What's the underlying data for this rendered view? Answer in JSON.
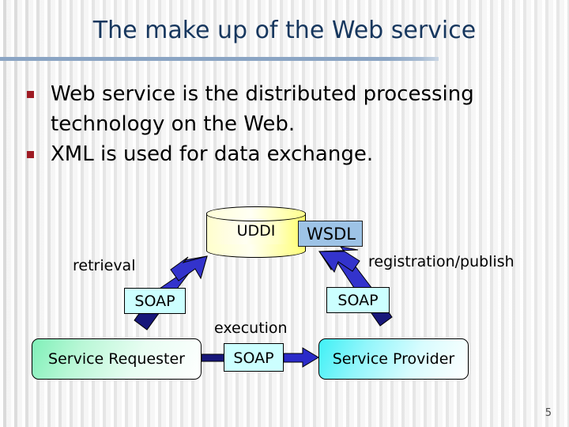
{
  "slide": {
    "title": "The make up of the Web service",
    "page_number": "5",
    "title_color": "#17375e",
    "rule_color": "#8ba5c4",
    "bullet_marker_color": "#9e1b24"
  },
  "bullets": [
    {
      "marker": "square-bullet",
      "text": "Web service is the distributed processing technology on the Web."
    },
    {
      "marker": "square-bullet",
      "text": "XML is used for data exchange."
    }
  ],
  "diagram": {
    "registry": {
      "name": "uddi-cylinder",
      "label": "UDDI",
      "shape": "cylinder",
      "fill": "#ffffcc"
    },
    "wsdl": {
      "name": "wsdl-box",
      "label": "WSDL",
      "fill": "#9dc3e6"
    },
    "soap_left": {
      "label": "SOAP",
      "fill": "#ccffff"
    },
    "soap_right": {
      "label": "SOAP",
      "fill": "#ccffff"
    },
    "soap_center": {
      "label": "SOAP",
      "fill": "#ccffff"
    },
    "labels": {
      "retrieval": "retrieval",
      "registration": "registration/publish",
      "execution": "execution"
    },
    "requester": {
      "label": "Service Requester",
      "fill": "#7ff0b8"
    },
    "provider": {
      "label": "Service Provider",
      "fill": "#3ff0f5"
    },
    "arrow_color_head": "#3333cc",
    "arrow_color_tail": "#17177a"
  }
}
